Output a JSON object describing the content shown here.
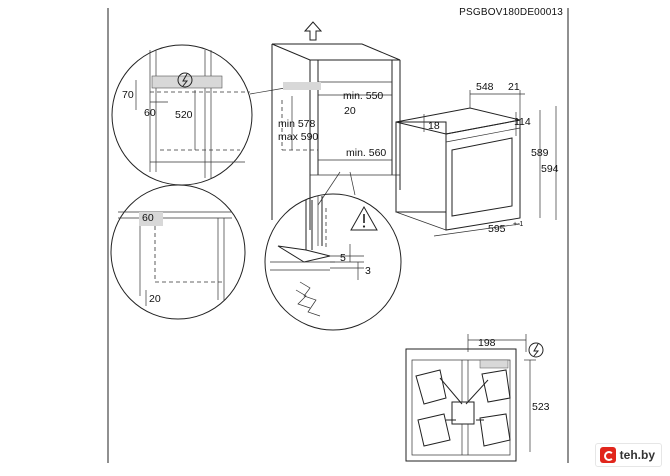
{
  "document": {
    "code": "PSGBOV180DE00013"
  },
  "dimensions": {
    "d70": "70",
    "d60_top": "60",
    "d520": "520",
    "min578": "min 578",
    "max590": "max 590",
    "min550": "min. 550",
    "d20_mid": "20",
    "min560": "min. 560",
    "d548": "548",
    "d21": "21",
    "d18": "18",
    "d114": "114",
    "d589": "589",
    "d594": "594",
    "d595": "595",
    "d595_tol": "+-1",
    "d60_left": "60",
    "d20_left": "20",
    "d5": "5",
    "d3": "3",
    "d198": "198",
    "d523": "523"
  },
  "watermark": {
    "text": "teh.by",
    "accent": "#e1261c"
  }
}
